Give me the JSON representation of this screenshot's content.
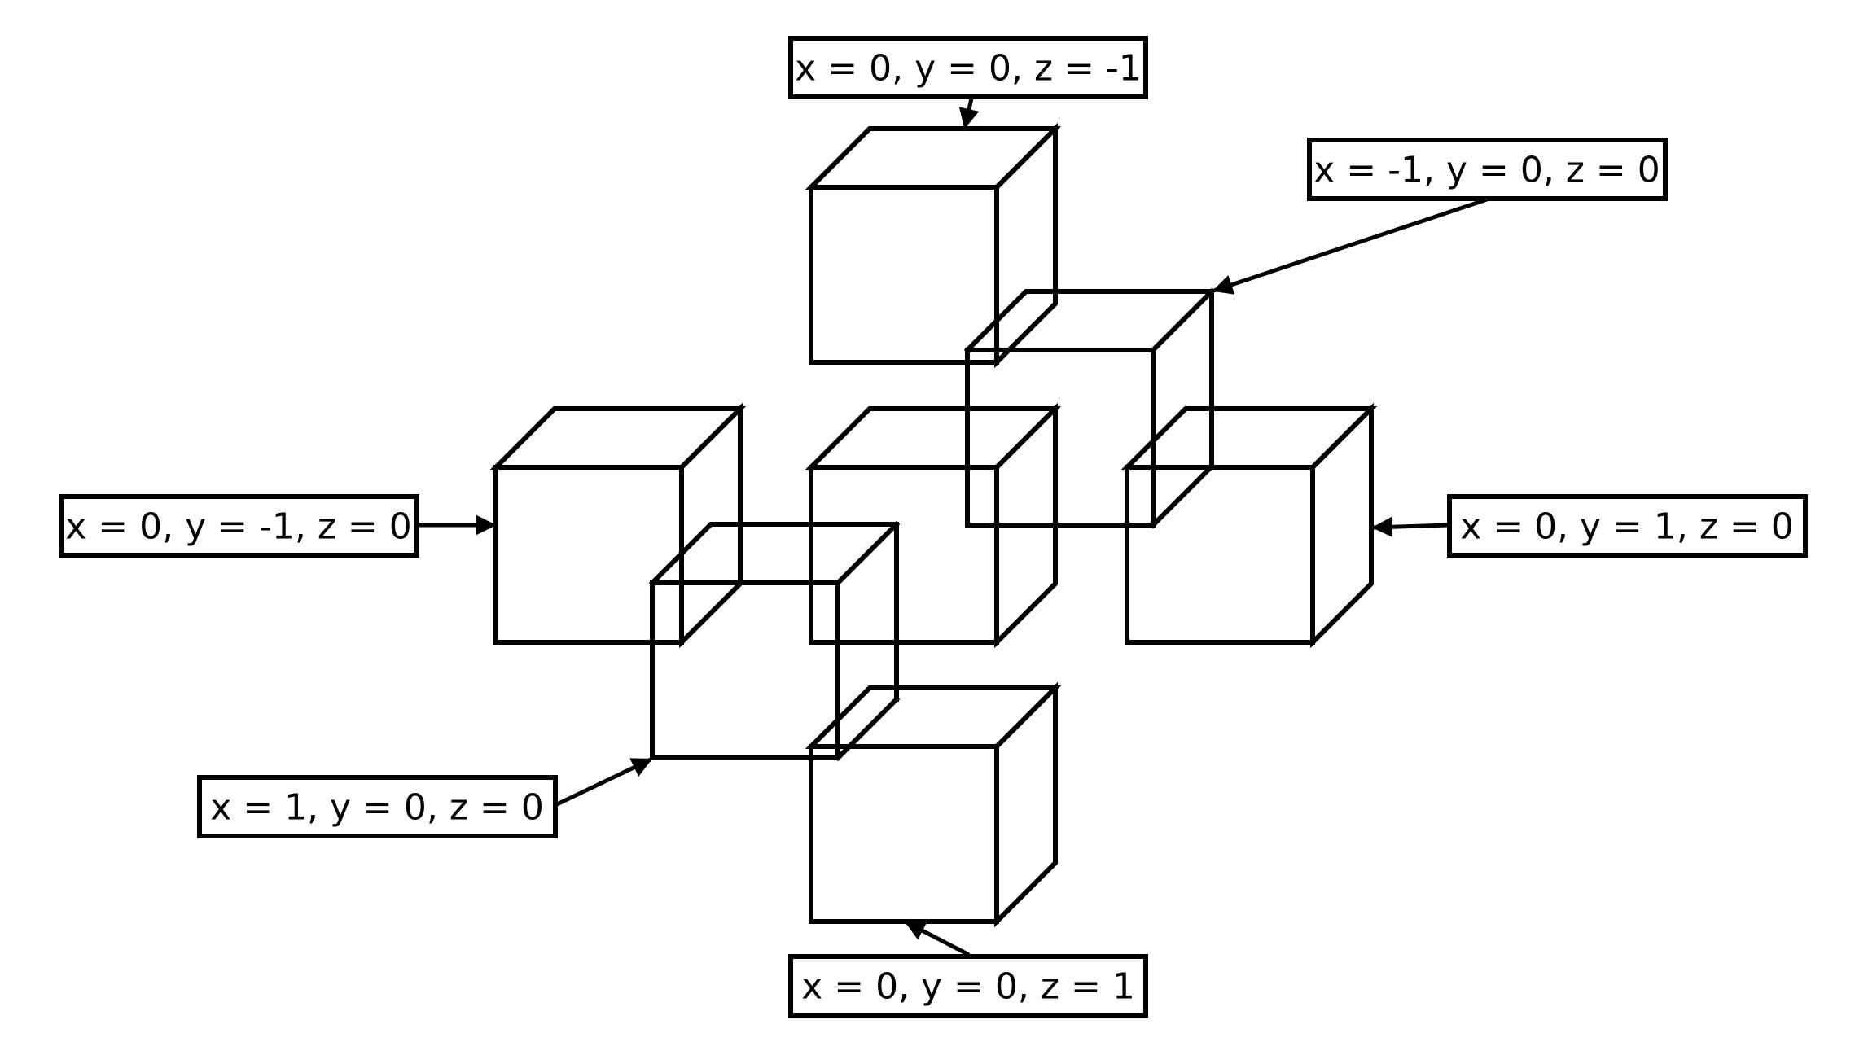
{
  "labels": {
    "top": "x = 0, y = 0, z = -1",
    "top_right": "x = -1, y = 0, z = 0",
    "left": "x = 0, y = -1, z = 0",
    "right": "x = 0, y = 1, z = 0",
    "bottom_left": "x = 1, y = 0, z = 0",
    "bottom": "x = 0, y = 0, z = 1"
  },
  "colors": {
    "stroke": "#000000",
    "background": "#ffffff"
  }
}
